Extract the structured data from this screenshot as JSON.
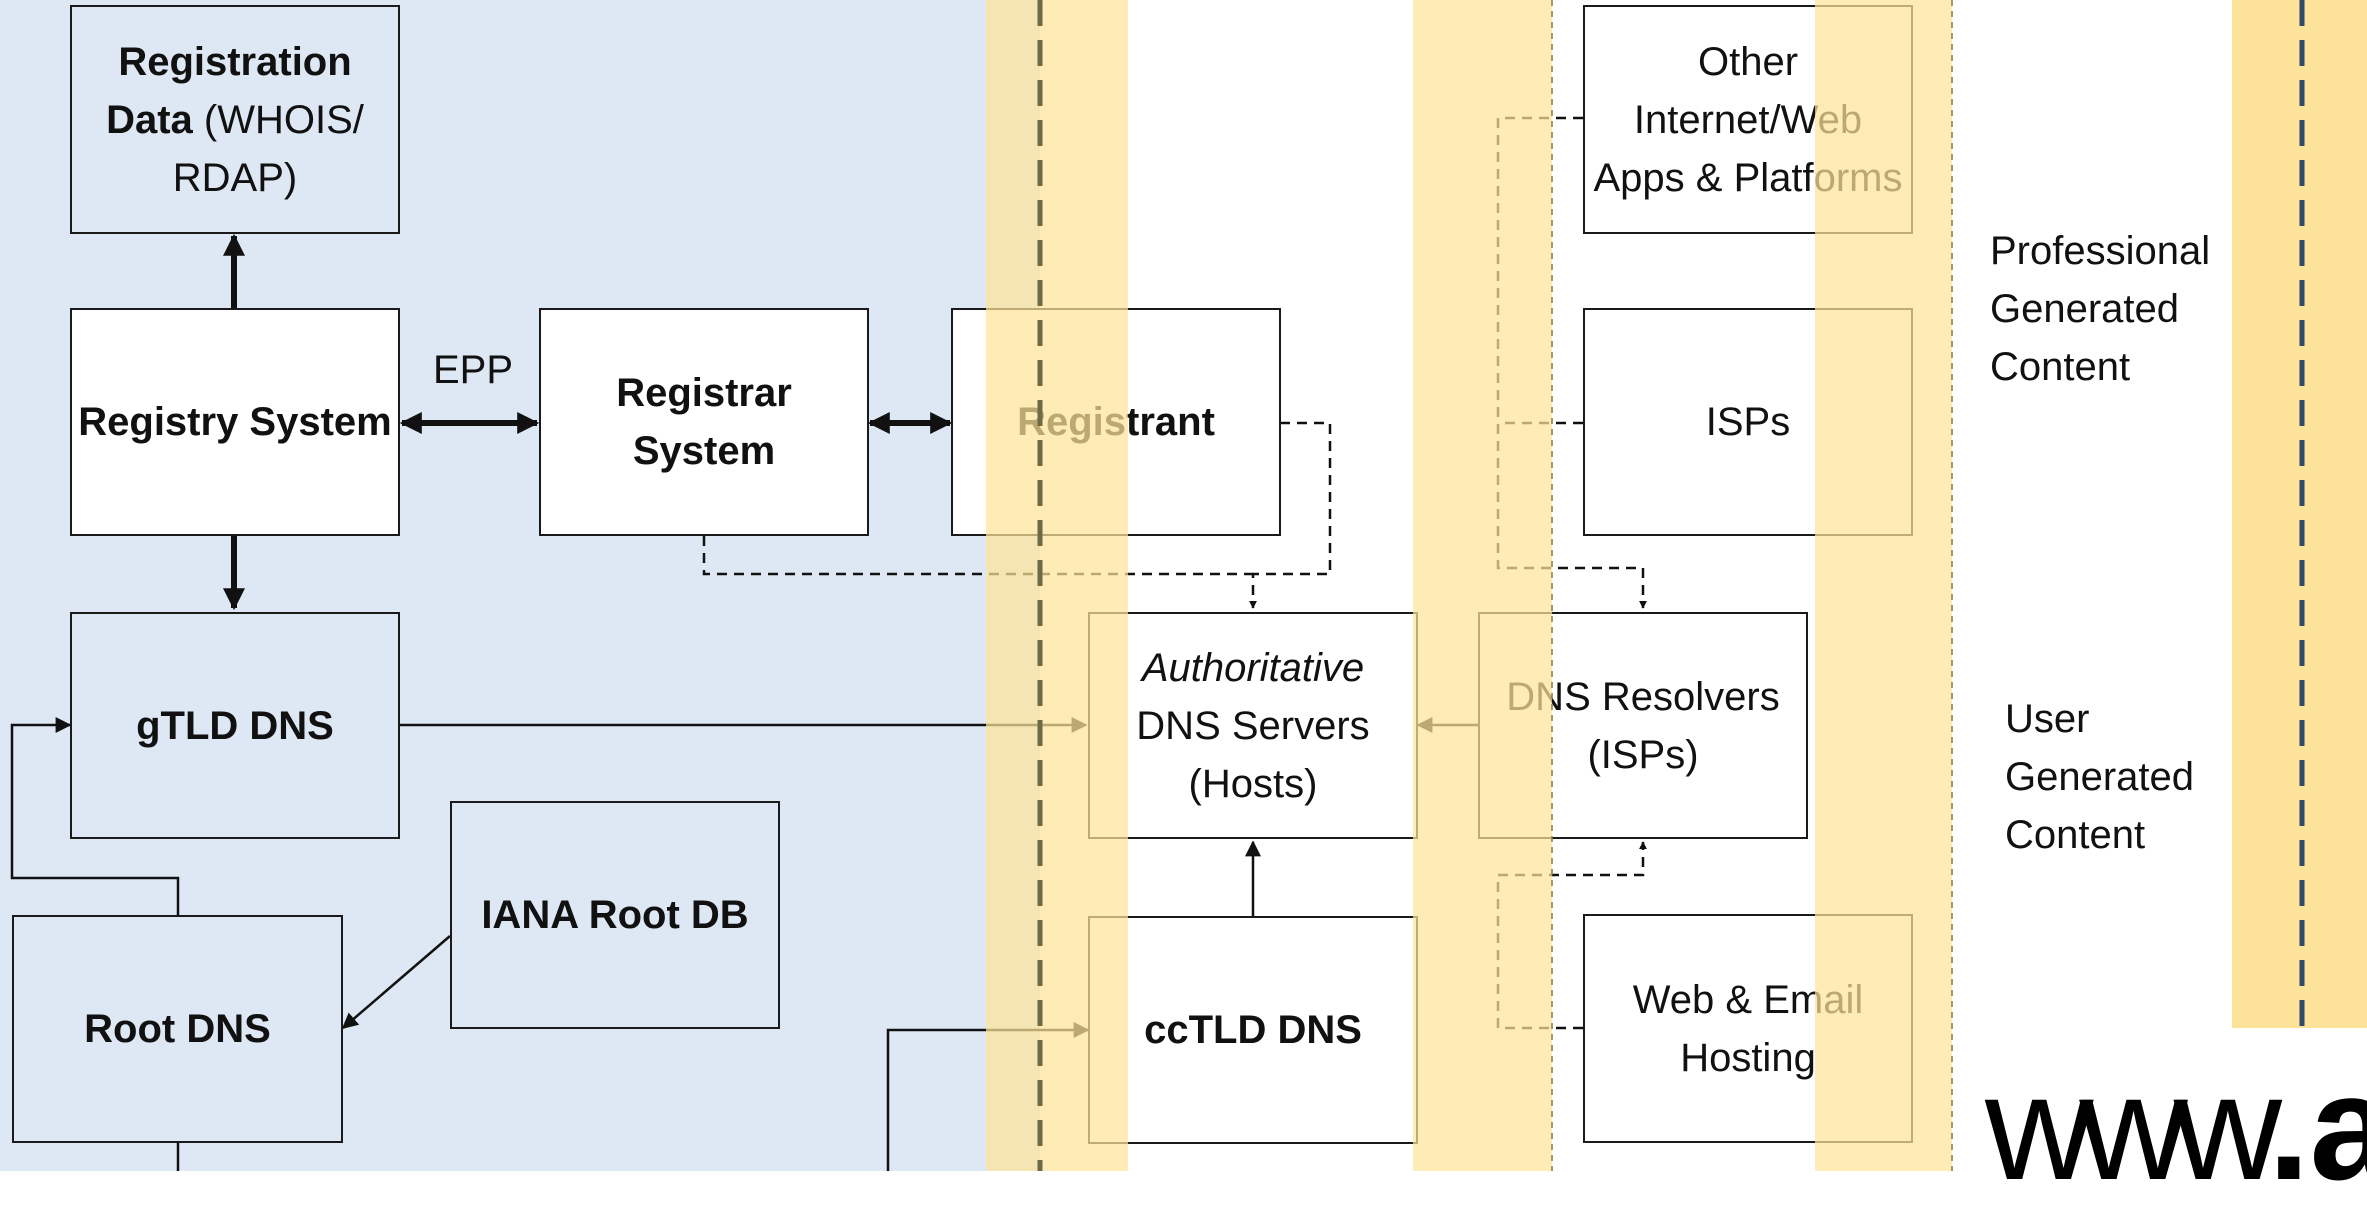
{
  "colors": {
    "region_left_blue": "#dde8f4",
    "band_yellow": "#fde39a",
    "band_dark_yellow": "#e6d48c",
    "ink": "#111111",
    "dashed_navy": "#2f4a6b"
  },
  "boxes": {
    "registration_data": {
      "bold": "Registration Data",
      "rest": " (WHOIS/ RDAP)"
    },
    "registry_system": "Registry System",
    "registrar_system": "Registrar System",
    "registrant": "Registrant",
    "gtld_dns": "gTLD DNS",
    "iana_root_db": "IANA Root DB",
    "root_dns": "Root DNS",
    "authoritative_dns": {
      "italic": "Authoritative",
      "rest": "DNS Servers (Hosts)"
    },
    "dns_resolvers": "DNS Resolvers (ISPs)",
    "cctld_dns": "ccTLD DNS",
    "other_apps": "Other Internet/Web Apps & Platforms",
    "isps": "ISPs",
    "web_email_hosting": "Web & Email Hosting"
  },
  "labels": {
    "epp": "EPP",
    "professional_generated_content": "Professional Generated Content",
    "user_generated_content": "User Generated Content"
  },
  "logo": {
    "prefix": "www",
    "dot": ".",
    "suffix": "as"
  }
}
